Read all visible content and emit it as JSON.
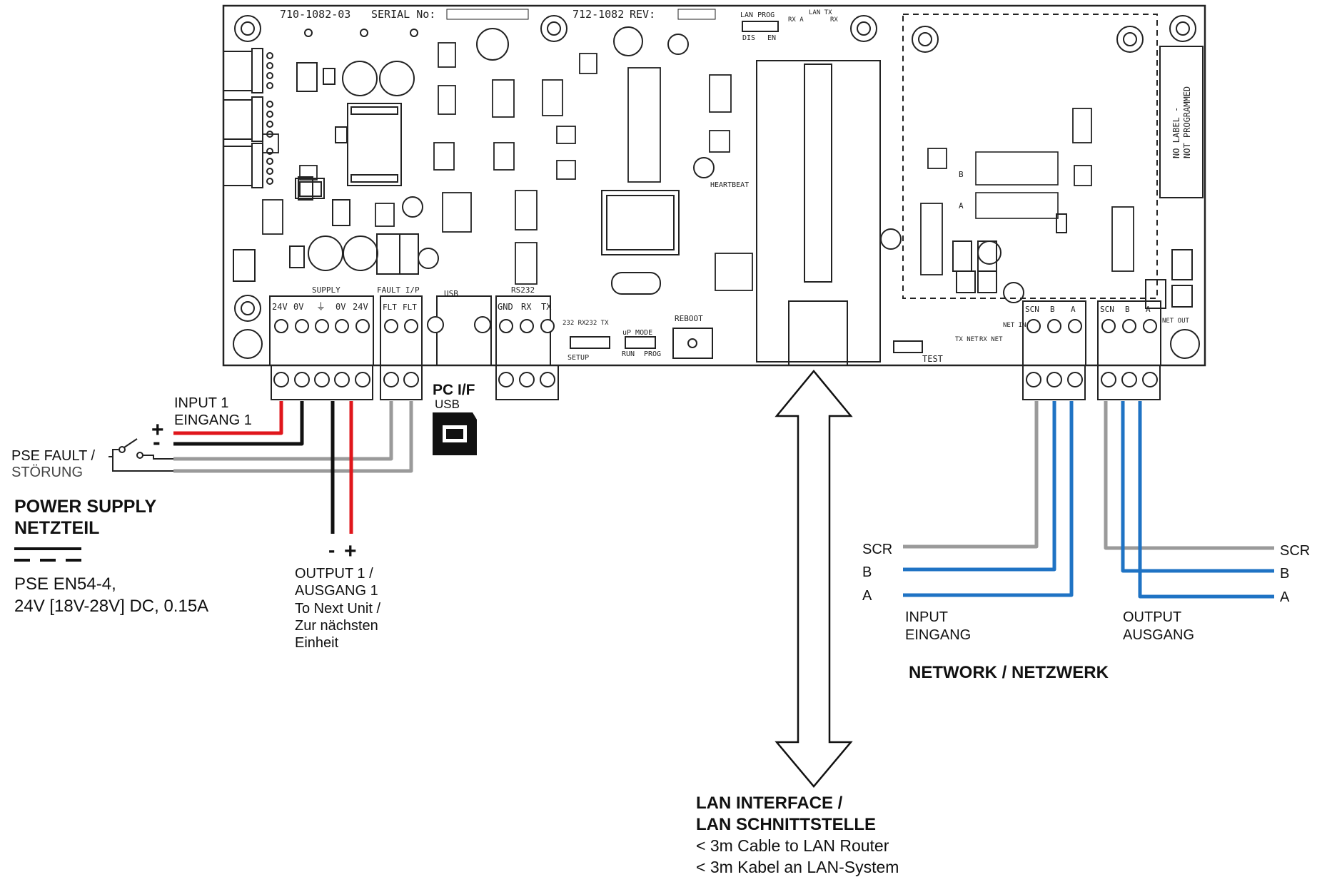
{
  "colors": {
    "positive_wire": "#e0161b",
    "negative_wire": "#111111",
    "fault_wire": "#9a9a9a",
    "net_b_a_wire": "#1f73c4",
    "net_scr_wire": "#9a9a9a",
    "board_outline": "#222222"
  },
  "board": {
    "part_number": "710-1082-03",
    "serial_label": "SERIAL No:",
    "rev_part": "712-1082",
    "rev_label": "REV:",
    "lan_prog": "LAN PROG",
    "dis": "DIS",
    "en": "EN",
    "rx_a": "RX\nA",
    "lan_tx": "LAN\nTX",
    "rx": "RX",
    "heartbeat": "HEARTBEAT",
    "up_mode": "uP MODE",
    "run": "RUN",
    "prog": "PROG",
    "reboot": "REBOOT",
    "setup": "SETUP",
    "rx232": "232\nRX",
    "tx232": "232\nTX",
    "test": "TEST",
    "tx_net": "TX\nNET",
    "rx_net": "RX\nNET",
    "net_in": "NET\nIN",
    "net_out": "NET\nOUT",
    "no_label": "NO LABEL -",
    "not_programmed": "NOT PROGRAMMED",
    "supply": "SUPPLY",
    "fault_ip": "FAULT I/P",
    "usb": "USB",
    "rs232": "RS232",
    "ic_b": "B",
    "ic_a": "A",
    "supply_terms": [
      "24V",
      "0V",
      "⏚",
      "0V",
      "24V"
    ],
    "fault_terms": [
      "FLT",
      "FLT"
    ],
    "rs232_terms": [
      "GND",
      "RX",
      "TX"
    ],
    "net_in_terms": [
      "SCN",
      "B",
      "A"
    ],
    "net_out_terms": [
      "SCN",
      "B",
      "A"
    ]
  },
  "labels": {
    "input1_en": "INPUT 1",
    "input1_de": "EINGANG 1",
    "plus": "+",
    "minus": "-",
    "pse_fault_en": "PSE FAULT /",
    "pse_fault_de": "STÖRUNG",
    "power_supply_en": "POWER SUPPLY",
    "power_supply_de": "NETZTEIL",
    "pse_std": "PSE EN54-4,",
    "pse_rating": "24V [18V-28V] DC, 0.15A",
    "output1_en": "OUTPUT 1 /",
    "output1_de": "AUSGANG 1",
    "next_unit_en": "To Next Unit /",
    "next_unit_de1": "Zur nächsten",
    "next_unit_de2": "Einheit",
    "pc_if": "PC I/F",
    "pc_usb": "USB",
    "lan_if_en": "LAN INTERFACE /",
    "lan_if_de": "LAN SCHNITTSTELLE",
    "lan_cable_en": "< 3m Cable to LAN Router",
    "lan_cable_de": "< 3m Kabel an LAN-System",
    "scr": "SCR",
    "b": "B",
    "a": "A",
    "input_en": "INPUT",
    "input_de": "EINGANG",
    "output_en": "OUTPUT",
    "output_de": "AUSGANG",
    "network": "NETWORK / NETZWERK"
  }
}
